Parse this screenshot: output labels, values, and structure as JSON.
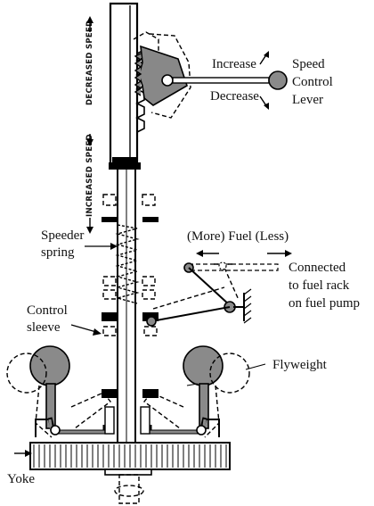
{
  "labels": {
    "decreased_speed": "DECREASED SPEED",
    "increased_speed": "INCREASED SPEED",
    "increase": "Increase",
    "decrease": "Decrease",
    "speed_control_lever": [
      "Speed",
      "Control",
      "Lever"
    ],
    "speeder_spring": [
      "Speeder",
      "spring"
    ],
    "fuel_direction": "(More) Fuel (Less)",
    "connected": [
      "Connected",
      "to fuel rack",
      "on fuel pump"
    ],
    "control_sleeve": [
      "Control",
      "sleeve"
    ],
    "flyweight": "Flyweight",
    "yoke": "Yoke"
  }
}
